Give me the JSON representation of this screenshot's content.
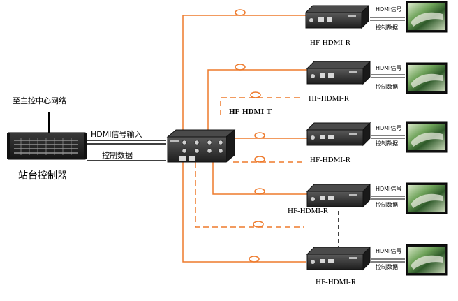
{
  "controller": {
    "network_label": "至主控中心网络",
    "name": "站台控制器"
  },
  "links": {
    "hdmi_input_label": "HDMI信号输入",
    "control_data_label": "控制数据"
  },
  "transmitter": {
    "label": "HF-HDMI-T"
  },
  "receivers": [
    {
      "label": "HF-HDMI-R",
      "signal_label": "HDMI信号",
      "control_label": "控制数据"
    },
    {
      "label": "HF-HDMI-R",
      "signal_label": "HDMI信号",
      "control_label": "控制数据"
    },
    {
      "label": "HF-HDMI-R",
      "signal_label": "HDMI信号",
      "control_label": "控制数据"
    },
    {
      "label": "HF-HDMI-R",
      "signal_label": "HDMI信号",
      "control_label": "控制数据"
    },
    {
      "label": "HF-HDMI-R",
      "signal_label": "HDMI信号",
      "control_label": "控制数据"
    }
  ],
  "colors": {
    "cable": "#ee7a2c",
    "device_dark": "#2b2b2b",
    "line_black": "#000000"
  }
}
